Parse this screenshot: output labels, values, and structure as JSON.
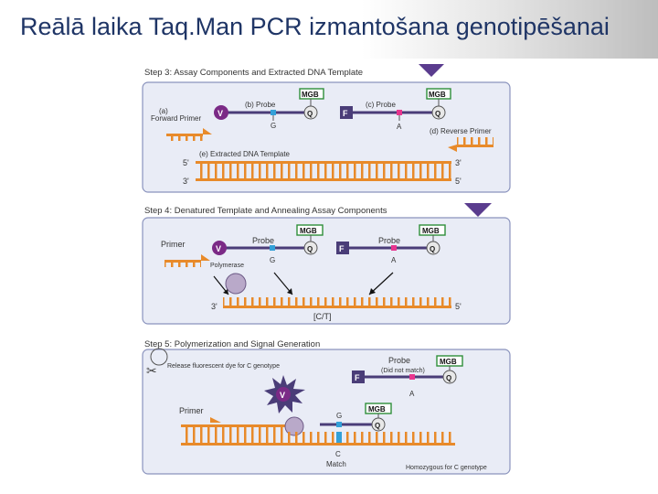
{
  "title": "Reālā laika Taq.Man PCR izmantošana genotipēšanai",
  "steps": {
    "step3": {
      "heading": "Step 3: Assay Components and Extracted DNA Template",
      "a_label": "(a)",
      "forward_primer": "Forward Primer",
      "b_probe": "(b) Probe",
      "c_probe": "(c) Probe",
      "reverse_primer": "(d) Reverse Primer",
      "template": "(e) Extracted DNA Template",
      "allele_g": "G",
      "allele_a": "A",
      "end5": "5'",
      "end3": "3'",
      "end3r": "3'",
      "end5r": "5'"
    },
    "step4": {
      "heading": "Step 4: Denatured Template and Annealing Assay Components",
      "primer": "Primer",
      "probe1": "Probe",
      "probe2": "Probe",
      "polymerase": "Polymerase",
      "allele_g": "G",
      "allele_a": "A",
      "end3": "3'",
      "end5": "5'",
      "snp": "[C/T]"
    },
    "step5": {
      "heading": "Step 5: Polymerization and Signal Generation",
      "release": "Release fluorescent dye for C genotype",
      "probe": "Probe",
      "did_not_match": "(Did not match)",
      "primer": "Primer",
      "allele_a": "A",
      "allele_g": "G",
      "allele_c": "C",
      "match": "Match",
      "homozygous": "Homozygous for C genotype"
    }
  },
  "labels": {
    "mgb": "MGB",
    "q": "Q",
    "v": "V",
    "f": "F"
  },
  "colors": {
    "title": "#1f3566",
    "panel_bg": "#e9ecf6",
    "panel_border": "#8a93bd",
    "dna": "#e88a2a",
    "probe": "#4a3d78",
    "vic": "#7b2a86",
    "arrow": "#5a3c8e"
  }
}
